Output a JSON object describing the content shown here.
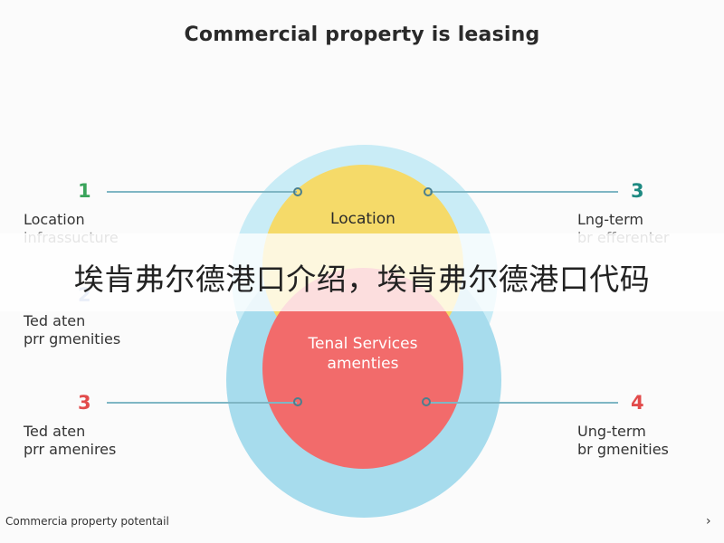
{
  "title": "Commercial property is leasing",
  "circles": {
    "top_label": "Location",
    "bottom_label_line1": "Tenal Services",
    "bottom_label_line2": "amenties"
  },
  "items": [
    {
      "number": "1",
      "line1": "Location",
      "line2": "infrassucture",
      "color": "#3aa45b"
    },
    {
      "number": "2",
      "line1": "Ted aten",
      "line2": "prr gmenities",
      "color": "#9fb4dd"
    },
    {
      "number": "3",
      "line1": "Lng-term",
      "line2": "br efferenter",
      "color": "#1e8a82"
    },
    {
      "number": "3",
      "line1": "Ted aten",
      "line2": "prr amenires",
      "color": "#e24b4b"
    },
    {
      "number": "4",
      "line1": "Ung-term",
      "line2": "br gmenities",
      "color": "#e24b4b"
    }
  ],
  "banner": "埃肯弗尔德港口介绍，埃肯弗尔德港口代码",
  "footer": {
    "text": "Commercia property potentail",
    "arrow": "›"
  }
}
